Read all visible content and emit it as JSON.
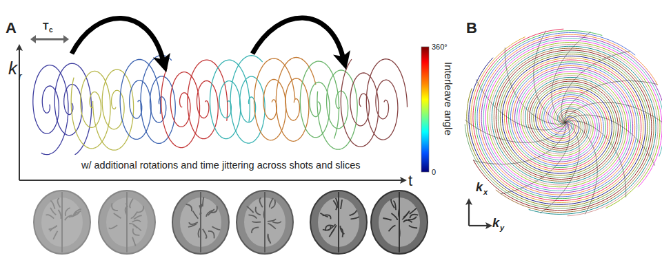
{
  "diagram": {
    "labels": [
      "A",
      "B",
      "T",
      "c",
      "k",
      "r",
      "t",
      "w/ additional rotations and time jittering across shots and slices",
      "360°",
      "0",
      "Interleave angle",
      "k",
      "x",
      "k",
      "y"
    ]
  }
}
